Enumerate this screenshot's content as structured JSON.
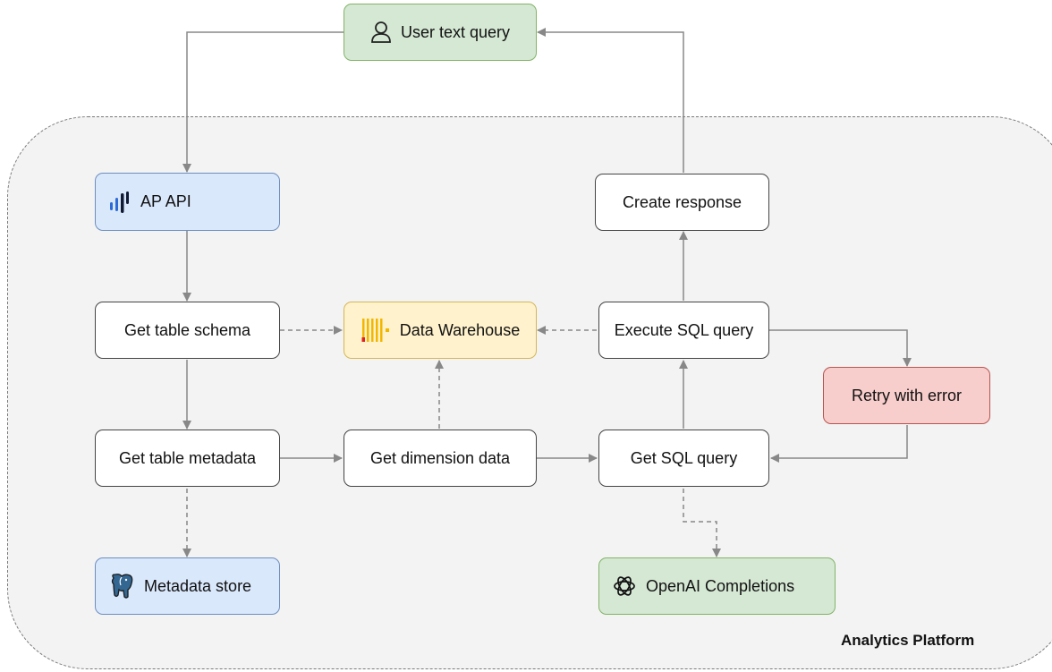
{
  "diagram": {
    "platform_label": "Analytics Platform",
    "nodes": {
      "user_query": "User text query",
      "ap_api": "AP API",
      "get_table_schema": "Get table schema",
      "data_warehouse": "Data Warehouse",
      "execute_sql": "Execute SQL query",
      "create_response": "Create response",
      "retry_with_error": "Retry with error",
      "get_table_metadata": "Get table metadata",
      "get_dimension_data": "Get dimension data",
      "get_sql_query": "Get SQL query",
      "metadata_store": "Metadata store",
      "openai_completions": "OpenAI Completions"
    },
    "icons": {
      "user_query": "user-icon",
      "ap_api": "ap-logo-icon",
      "data_warehouse": "warehouse-logo-icon",
      "metadata_store": "postgres-elephant-icon",
      "openai_completions": "openai-icon"
    },
    "colors": {
      "green_fill": "#d5e8d4",
      "blue_fill": "#dae8fc",
      "yellow_fill": "#fff2cc",
      "red_fill": "#f8cecc",
      "connector": "#888888"
    }
  }
}
